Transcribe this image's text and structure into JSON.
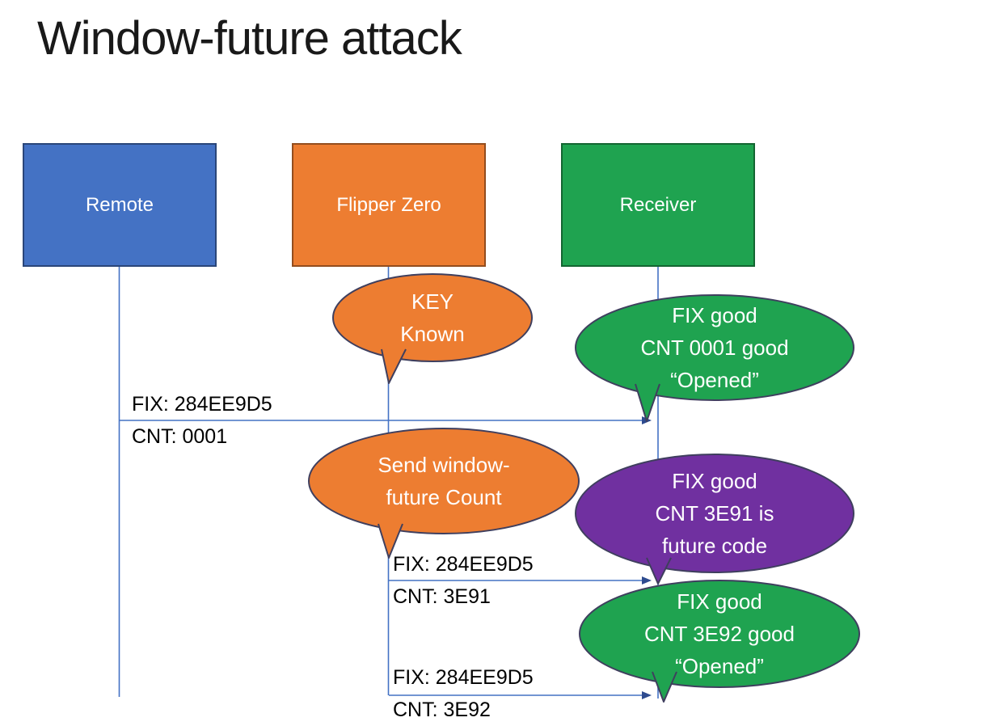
{
  "title": "Window-future attack",
  "actors": [
    {
      "label": "Remote",
      "color": "#4472C4"
    },
    {
      "label": "Flipper Zero",
      "color": "#ED7D31"
    },
    {
      "label": "Receiver",
      "color": "#1FA350"
    }
  ],
  "bubbles": [
    {
      "name": "key-known",
      "text": "KEY\nKnown",
      "color": "#ED7D31"
    },
    {
      "name": "fix-cnt-0001-good",
      "text": "FIX good\nCNT 0001 good\n“Opened”",
      "color": "#1FA350"
    },
    {
      "name": "send-window-future",
      "text": "Send window-\nfuture Count",
      "color": "#ED7D31"
    },
    {
      "name": "fix-cnt-3e91-future",
      "text": "FIX good\nCNT 3E91 is\nfuture code",
      "color": "#7030A0"
    },
    {
      "name": "fix-cnt-3e92-good",
      "text": "FIX good\nCNT 3E92 good\n“Opened”",
      "color": "#1FA350"
    }
  ],
  "messages": [
    {
      "text": "FIX: 284EE9D5\nCNT: 0001"
    },
    {
      "text": "FIX: 284EE9D5\nCNT: 3E91"
    },
    {
      "text": "FIX: 284EE9D5\nCNT: 3E92"
    }
  ],
  "colors": {
    "lifeline": "#4472C4",
    "arrow": "#4472C4",
    "arrowhead": "#2E4B8F"
  }
}
